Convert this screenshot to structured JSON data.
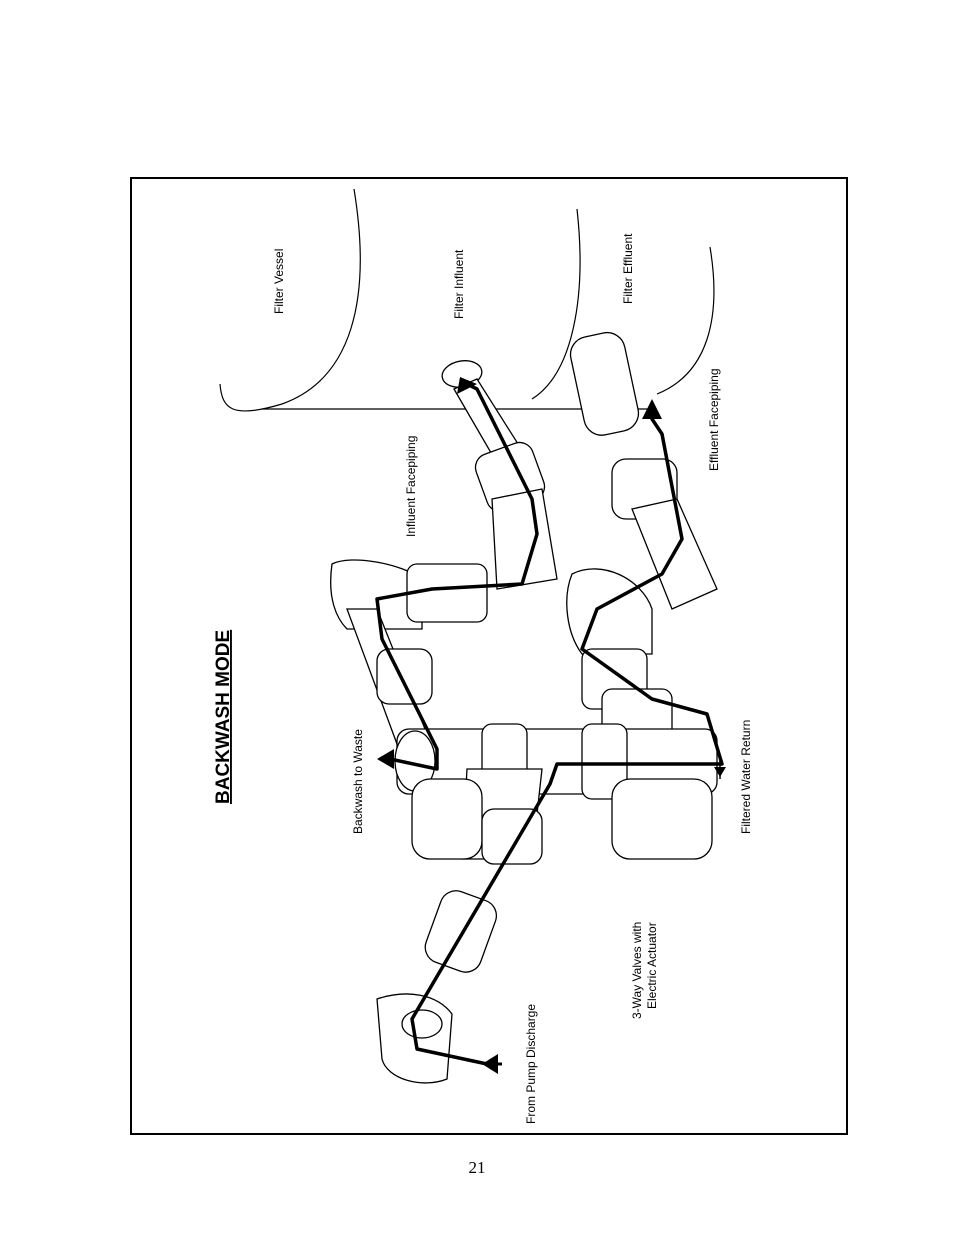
{
  "diagram": {
    "title": "BACKWASH MODE",
    "labels": {
      "filter_vessel": "Filter Vessel",
      "filter_influent": "Filter Influent",
      "filter_effluent": "Filter Effluent",
      "influent_facepiping": "Influent Facepiping",
      "effluent_facepiping": "Effluent Facepiping",
      "backwash_to_waste": "Backwash to Waste",
      "filtered_water_return": "Filtered Water Return",
      "valves_line1": "3-Way Valves with",
      "valves_line2": "Electric Actuator",
      "from_pump_discharge": "From Pump Discharge"
    }
  },
  "page": {
    "number": "21"
  }
}
